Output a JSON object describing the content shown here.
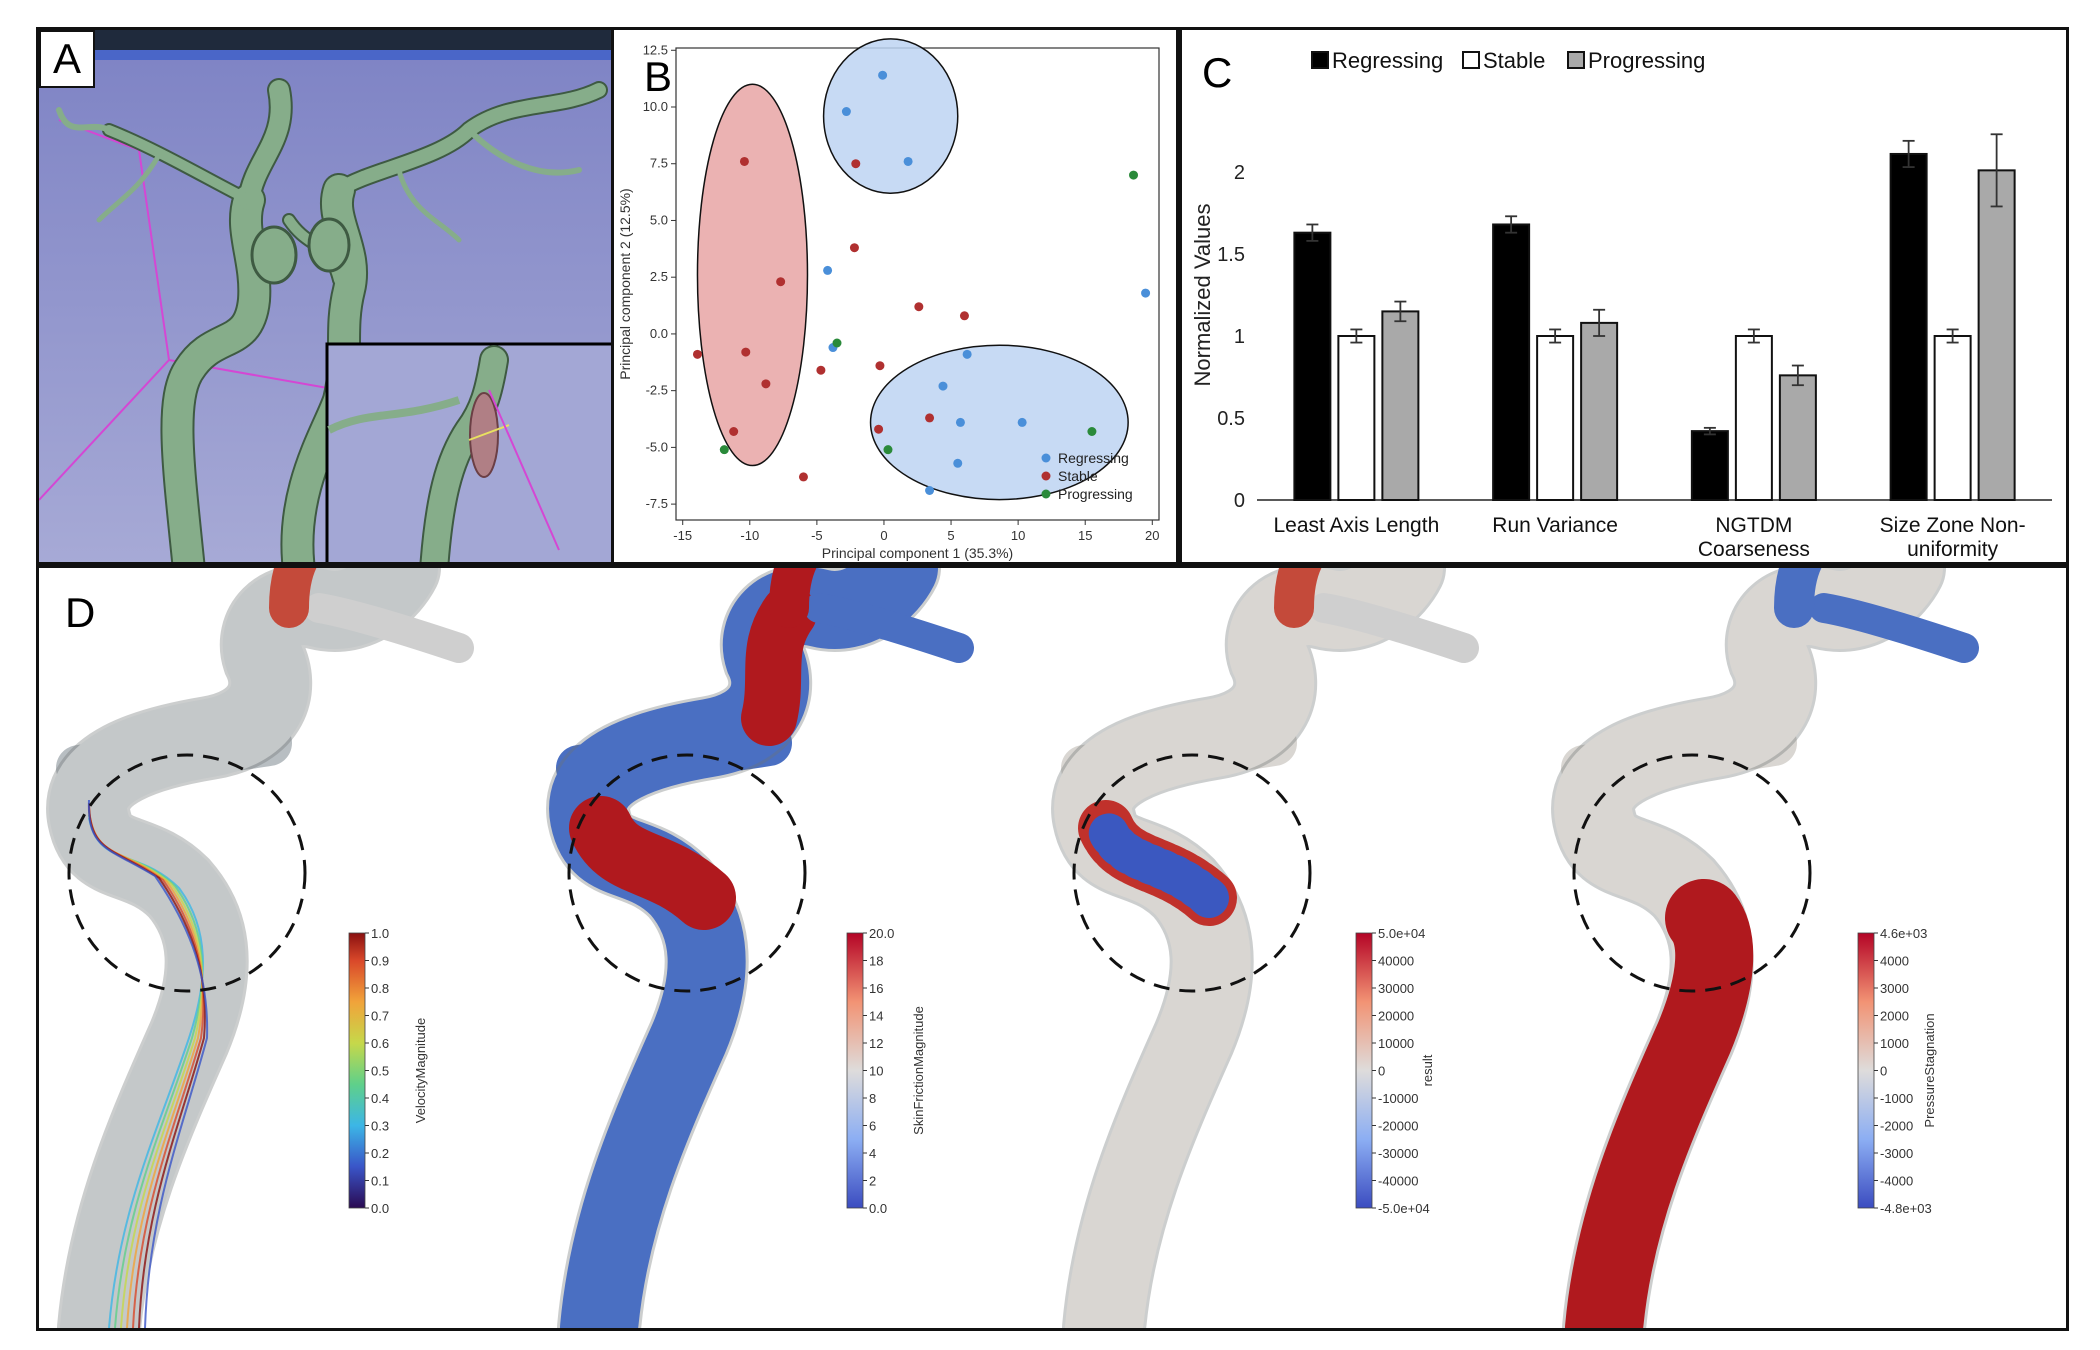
{
  "panels": {
    "a": {
      "label": "A"
    },
    "b": {
      "label": "B"
    },
    "c": {
      "label": "C"
    },
    "d": {
      "label": "D"
    }
  },
  "chart_data": [
    {
      "type": "scatter",
      "panel": "B",
      "xlabel": "Principal component 1 (35.3%)",
      "ylabel": "Principal component 2 (12.5%)",
      "xlim": [
        -15.5,
        20.5
      ],
      "ylim": [
        -8.2,
        12.6
      ],
      "xticks": [
        -15,
        -10,
        -5,
        0,
        5,
        10,
        15,
        20
      ],
      "yticks": [
        -7.5,
        -5.0,
        -2.5,
        0.0,
        2.5,
        5.0,
        7.5,
        10.0,
        12.5
      ],
      "legend_position": "bottom-right",
      "series": [
        {
          "name": "Regressing",
          "color": "#4a8fd9",
          "points": [
            [
              -0.1,
              11.4
            ],
            [
              -2.8,
              9.8
            ],
            [
              1.8,
              7.6
            ],
            [
              -4.2,
              2.8
            ],
            [
              -3.8,
              -0.6
            ],
            [
              19.5,
              1.8
            ],
            [
              6.2,
              -0.9
            ],
            [
              4.4,
              -2.3
            ],
            [
              5.7,
              -3.9
            ],
            [
              10.3,
              -3.9
            ],
            [
              5.5,
              -5.7
            ],
            [
              3.4,
              -6.9
            ]
          ]
        },
        {
          "name": "Stable",
          "color": "#b03030",
          "points": [
            [
              -10.4,
              7.6
            ],
            [
              -2.1,
              7.5
            ],
            [
              -2.2,
              3.8
            ],
            [
              -7.7,
              2.3
            ],
            [
              2.6,
              1.2
            ],
            [
              6.0,
              0.8
            ],
            [
              -13.9,
              -0.9
            ],
            [
              -10.3,
              -0.8
            ],
            [
              -4.7,
              -1.6
            ],
            [
              -0.3,
              -1.4
            ],
            [
              -8.8,
              -2.2
            ],
            [
              -11.2,
              -4.3
            ],
            [
              -0.4,
              -4.2
            ],
            [
              3.4,
              -3.7
            ],
            [
              -6.0,
              -6.3
            ]
          ]
        },
        {
          "name": "Progressing",
          "color": "#2a8a3a",
          "points": [
            [
              18.6,
              7.0
            ],
            [
              -3.5,
              -0.4
            ],
            [
              -11.9,
              -5.1
            ],
            [
              0.3,
              -5.1
            ],
            [
              15.5,
              -4.3
            ]
          ]
        }
      ],
      "ellipses": [
        {
          "series": "Stable",
          "color": "#e8a5a5",
          "cx": -9.8,
          "cy": 2.6,
          "rx": 4.1,
          "ry": 8.4
        },
        {
          "series": "Regressing",
          "color": "#bdd4f2",
          "cx": 0.5,
          "cy": 9.6,
          "rx": 5.0,
          "ry": 3.4
        },
        {
          "series": "Regressing",
          "color": "#bdd4f2",
          "cx": 8.6,
          "cy": -3.9,
          "rx": 9.6,
          "ry": 3.4
        }
      ]
    },
    {
      "type": "bar",
      "panel": "C",
      "ylabel": "Normalized Values",
      "ylim": [
        0,
        2.5
      ],
      "yticks": [
        0,
        0.5,
        1,
        1.5,
        2
      ],
      "legend_position": "top",
      "categories": [
        "Least Axis Length",
        "Run Variance",
        "NGTDM Coarseness",
        "Size Zone Non-uniformity"
      ],
      "series": [
        {
          "name": "Regressing",
          "color": "#000000",
          "values": [
            1.63,
            1.68,
            0.42,
            2.11
          ],
          "errors": [
            0.05,
            0.05,
            0.02,
            0.08
          ]
        },
        {
          "name": "Stable",
          "color": "#ffffff",
          "values": [
            1.0,
            1.0,
            1.0,
            1.0
          ],
          "errors": [
            0.04,
            0.04,
            0.04,
            0.04
          ]
        },
        {
          "name": "Progressing",
          "color": "#a9a9a9",
          "values": [
            1.15,
            1.08,
            0.76,
            2.01
          ],
          "errors": [
            0.06,
            0.08,
            0.06,
            0.22
          ]
        }
      ]
    }
  ],
  "colorbars": [
    {
      "name": "VelocityMagnitude",
      "cmap": "rainbow",
      "max_label": "1.0",
      "ticks": [
        "0.9",
        "0.8",
        "0.7",
        "0.6",
        "0.5",
        "0.4",
        "0.3",
        "0.2",
        "0.1"
      ],
      "min_label": "0.0"
    },
    {
      "name": "SkinFrictionMagnitude",
      "cmap": "coolwarm",
      "max_label": "20.0",
      "ticks": [
        "18",
        "16",
        "14",
        "12",
        "10",
        "8",
        "6",
        "4",
        "2"
      ],
      "min_label": "0.0"
    },
    {
      "name": "result",
      "cmap": "coolwarm",
      "max_label": "5.0e+04",
      "ticks": [
        "40000",
        "30000",
        "20000",
        "10000",
        "0",
        "-10000",
        "-20000",
        "-30000",
        "-40000"
      ],
      "min_label": "-5.0e+04"
    },
    {
      "name": "PressureStagnation",
      "cmap": "coolwarm",
      "max_label": "4.6e+03",
      "ticks": [
        "4000",
        "3000",
        "2000",
        "1000",
        "0",
        "-1000",
        "-2000",
        "-3000",
        "-4000"
      ],
      "min_label": "-4.8e+03"
    }
  ],
  "colors": {
    "vessel_green": "#7aa27f",
    "viewport_blue": "#8d92c8",
    "cfd_red": "#b0191e",
    "cfd_blue": "#4a6fc2",
    "cfd_grey": "#d9d6d2"
  }
}
